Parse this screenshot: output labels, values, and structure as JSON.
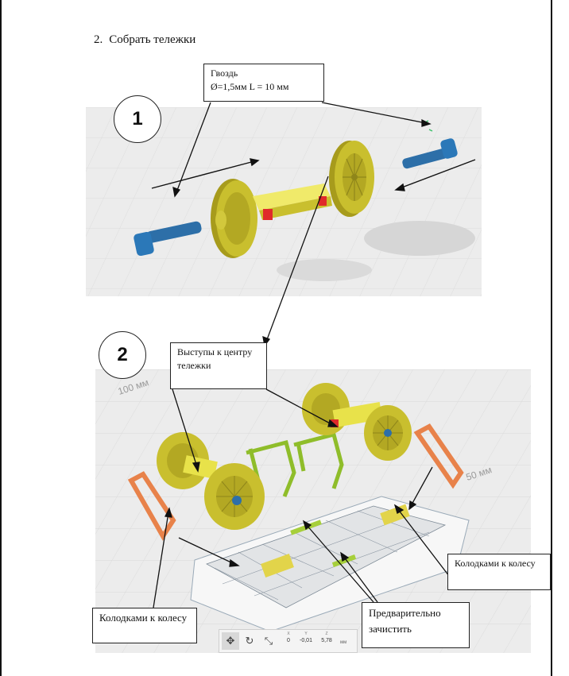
{
  "section": {
    "number": "2.",
    "title": "Собрать тележки"
  },
  "callouts": {
    "nail_line1": "Гвоздь",
    "nail_line2": "Ø=1,5мм L = 10 мм",
    "protrusions": "Выступы к центру тележки",
    "shoes_left": "Колодками к колесу",
    "shoes_right": "Колодками к колесу",
    "preclean": "Предварительно зачистить"
  },
  "step_numbers": {
    "step1": "1",
    "step2": "2"
  },
  "viewport_labels": {
    "ruler_left": "100 мм",
    "ruler_right": "50 мм"
  },
  "toolbar": {
    "x_label": "X",
    "x_value": "0",
    "y_label": "Y",
    "y_value": "-0,01",
    "z_label": "Z",
    "z_value": "5,78",
    "unit": "мм"
  },
  "colors": {
    "wheel": "#c9bf2e",
    "axle": "#e8e24a",
    "pin": "#2d6fa8",
    "nail_head": "#2b78b8",
    "brake_frame": "#e8824a",
    "side_frame": "#a6cf3a",
    "stop_red": "#e02a2a"
  }
}
